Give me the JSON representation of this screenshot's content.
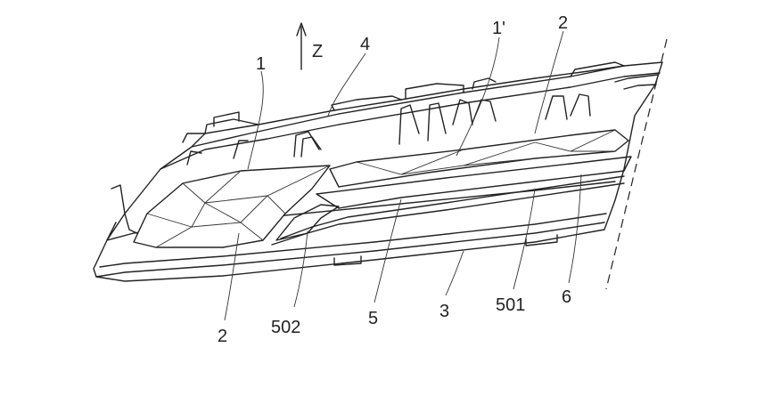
{
  "axis": {
    "label": "Z"
  },
  "reference_labels": {
    "ref_1": "1",
    "ref_1_prime": "1'",
    "ref_2_top": "2",
    "ref_2_bottom": "2",
    "ref_3": "3",
    "ref_4": "4",
    "ref_5": "5",
    "ref_501": "501",
    "ref_502": "502",
    "ref_6": "6"
  }
}
